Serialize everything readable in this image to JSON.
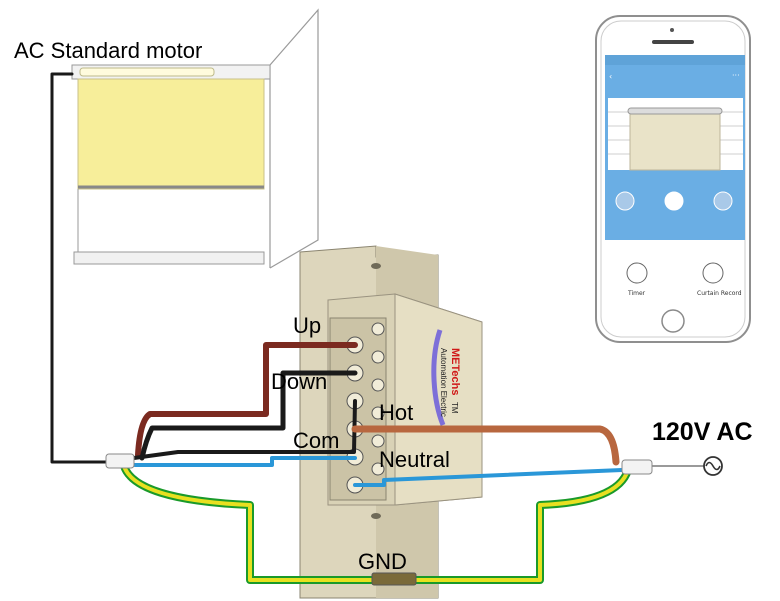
{
  "labels": {
    "motor": "AC Standard motor",
    "up": "Up",
    "down": "Down",
    "com": "Com",
    "hot": "Hot",
    "neutral": "Neutral",
    "gnd": "GND",
    "supply": "120V AC"
  },
  "switch_brand": {
    "name": "METechs",
    "tm": "TM",
    "sub": "Automation Electric"
  },
  "phone": {
    "buttons": [
      "Timer",
      "Curtain Record"
    ]
  },
  "colors": {
    "brown_wire": "#7b2a20",
    "black_wire": "#1a1a1a",
    "blue_wire": "#2a97d8",
    "hot_wire": "#b8673f",
    "ground_yellow": "#e8e020",
    "ground_green": "#1a9a2a",
    "curtain": "#f7ee9a",
    "switch_plate": "#ddd6bc",
    "phone_screen": "#6aaee4"
  }
}
